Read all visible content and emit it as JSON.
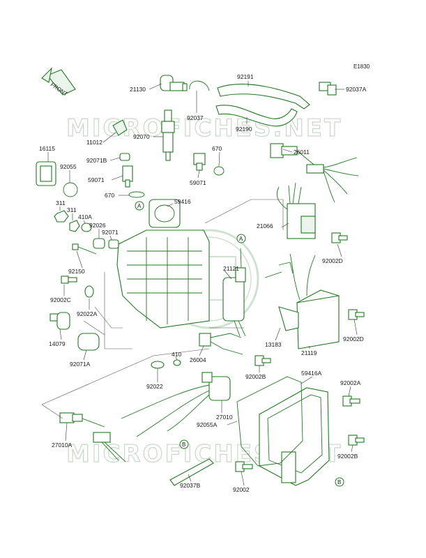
{
  "diagram": {
    "code": "E1830",
    "front_label": "FRONT",
    "watermark": [
      "MICROFICHES.NET",
      "MICROFICHES.NET"
    ],
    "callouts": [
      "A",
      "A",
      "B",
      "B"
    ],
    "parts": [
      {
        "id": "92191"
      },
      {
        "id": "92037A"
      },
      {
        "id": "21130"
      },
      {
        "id": "92037"
      },
      {
        "id": "92190"
      },
      {
        "id": "11012"
      },
      {
        "id": "92070"
      },
      {
        "id": "16115"
      },
      {
        "id": "92055"
      },
      {
        "id": "92071B"
      },
      {
        "id": "59071"
      },
      {
        "id": "670"
      },
      {
        "id": "59071"
      },
      {
        "id": "670"
      },
      {
        "id": "26011"
      },
      {
        "id": "311"
      },
      {
        "id": "311"
      },
      {
        "id": "410A"
      },
      {
        "id": "92026"
      },
      {
        "id": "92071"
      },
      {
        "id": "59416"
      },
      {
        "id": "21066"
      },
      {
        "id": "92002D"
      },
      {
        "id": "92150"
      },
      {
        "id": "21121"
      },
      {
        "id": "92002D"
      },
      {
        "id": "92002C"
      },
      {
        "id": "92022A"
      },
      {
        "id": "14079"
      },
      {
        "id": "13183"
      },
      {
        "id": "21119"
      },
      {
        "id": "92071A"
      },
      {
        "id": "26004"
      },
      {
        "id": "410"
      },
      {
        "id": "92002B"
      },
      {
        "id": "59416A"
      },
      {
        "id": "92022"
      },
      {
        "id": "92002A"
      },
      {
        "id": "27010"
      },
      {
        "id": "92055A"
      },
      {
        "id": "27010A"
      },
      {
        "id": "92002B"
      },
      {
        "id": "92037B"
      },
      {
        "id": "92002"
      }
    ]
  }
}
